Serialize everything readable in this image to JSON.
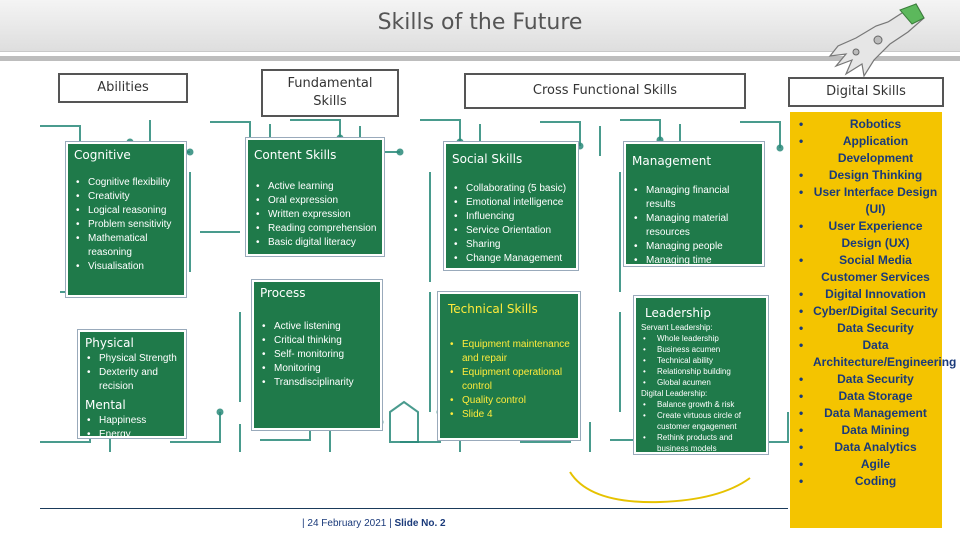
{
  "title": "Skills of the Future",
  "headers": {
    "abilities": "Abilities",
    "fundamental": "Fundamental Skills",
    "cross_functional": "Cross Functional Skills",
    "digital": "Digital Skills"
  },
  "cognitive": {
    "title": "Cognitive",
    "items": [
      "Cognitive flexibility",
      "Creativity",
      "Logical reasoning",
      "Problem sensitivity",
      "Mathematical reasoning",
      "Visualisation"
    ]
  },
  "physical": {
    "title": "Physical",
    "items": [
      "Physical Strength",
      "Dexterity and recision"
    ],
    "mental_title": "Mental",
    "mental_items": [
      "Happiness",
      "Energy"
    ]
  },
  "content_skills": {
    "title": "Content Skills",
    "items": [
      "Active learning",
      "Oral expression",
      "Written expression",
      "Reading comprehension",
      "Basic digital literacy"
    ]
  },
  "process": {
    "title": "Process",
    "items": [
      "Active listening",
      "Critical thinking",
      "Self- monitoring",
      "Monitoring",
      "Transdisciplinarity"
    ]
  },
  "social_skills": {
    "title": "Social Skills",
    "items": [
      "Collaborating (5 basic)",
      "Emotional intelligence",
      "Influencing",
      "Service Orientation",
      "Sharing",
      "Change Management"
    ]
  },
  "technical_skills": {
    "title": "Technical Skills",
    "items": [
      "Equipment maintenance and repair",
      "Equipment operational control",
      "Quality control",
      "Slide 4"
    ]
  },
  "management": {
    "title": "Management",
    "items": [
      "Managing financial results",
      "Managing material resources",
      "Managing people",
      "Managing time"
    ]
  },
  "leadership": {
    "title": "Leadership",
    "servant_label": "Servant Leadership:",
    "servant_items": [
      "Whole leadership",
      "Business acumen",
      "Technical ability",
      "Relationship building",
      "Global acumen"
    ],
    "digital_label": "Digital Leadership:",
    "digital_items": [
      "Balance growth & risk",
      "Create virtuous circle of customer engagement",
      "Rethink products and business models"
    ]
  },
  "digital_skills": [
    "Robotics",
    "Application Development",
    "Design Thinking",
    "User Interface Design (UI)",
    "User Experience Design (UX)",
    "Social Media Customer Services",
    "Digital Innovation",
    "Cyber/Digital Security",
    "Data Security",
    "Data Architecture/Engineering",
    "Data Security",
    "Data Storage",
    "Data Management",
    "Data Mining",
    "Data Analytics",
    "Agile",
    "Coding"
  ],
  "footer": {
    "date": "| 24 February 2021  |",
    "slide": "Slide No. 2"
  },
  "colors": {
    "green": "#1f7a4a",
    "yellow": "#f4c400",
    "navy": "#1a3a7a"
  }
}
